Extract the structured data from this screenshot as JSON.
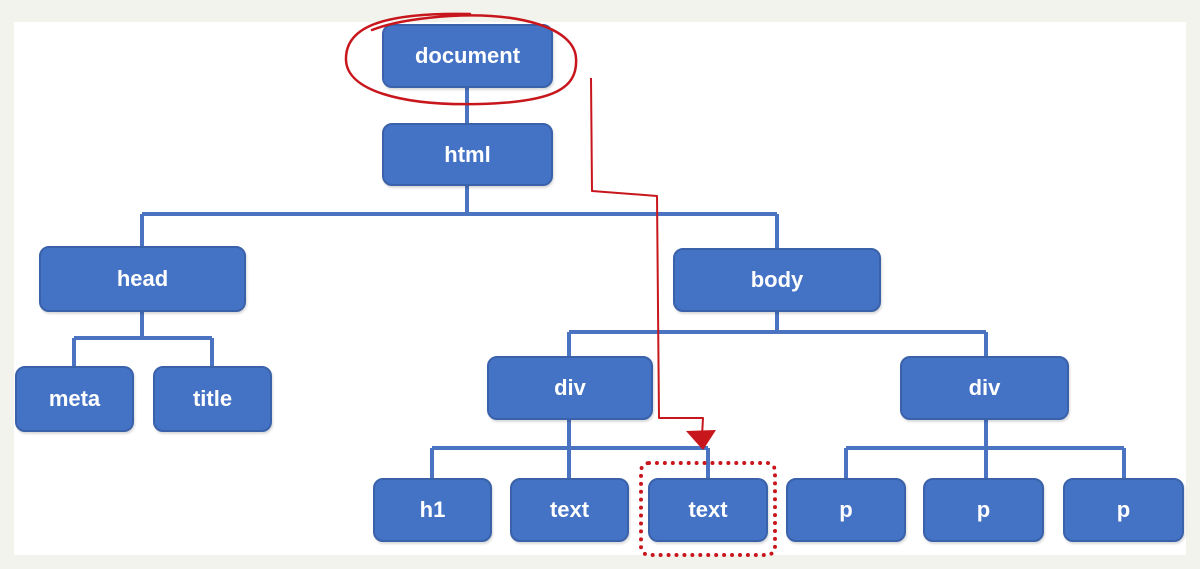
{
  "nodes": {
    "document": "document",
    "html": "html",
    "head": "head",
    "body": "body",
    "meta": "meta",
    "title": "title",
    "div_left": "div",
    "div_right": "div",
    "h1": "h1",
    "text_1": "text",
    "text_2": "text",
    "p_1": "p",
    "p_2": "p",
    "p_3": "p"
  },
  "colors": {
    "node_fill": "#4472c4",
    "connector": "#4a74c2",
    "annotation": "#c8161d",
    "background": "#ffffff"
  }
}
